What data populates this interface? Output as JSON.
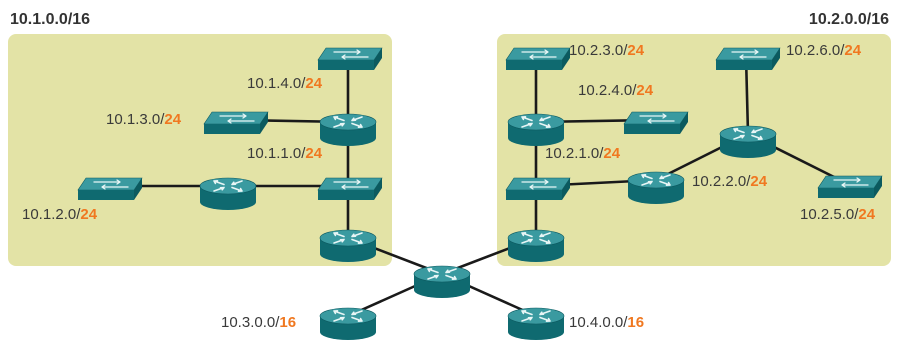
{
  "colors": {
    "background": "#ffffff",
    "area_fill": "#e3e3a6",
    "link": "#1a1a1a",
    "device_top": "#3a9aa0",
    "device_side": "#0f6a70",
    "device_symbol": "#e8f6f6",
    "prefix_accent": "#f07820",
    "label_text": "#3a3a3a",
    "title_text": "#333333"
  },
  "areas": [
    {
      "id": "area-left",
      "title": "10.1.0.0/16"
    },
    {
      "id": "area-right",
      "title": "10.2.0.0/16"
    }
  ],
  "network_labels": [
    {
      "id": "net-10-1-4-0",
      "base": "10.1.4.0/",
      "prefix": "24"
    },
    {
      "id": "net-10-1-3-0",
      "base": "10.1.3.0/",
      "prefix": "24"
    },
    {
      "id": "net-10-1-1-0",
      "base": "10.1.1.0/",
      "prefix": "24"
    },
    {
      "id": "net-10-1-2-0",
      "base": "10.1.2.0/",
      "prefix": "24"
    },
    {
      "id": "net-10-2-3-0",
      "base": "10.2.3.0/",
      "prefix": "24"
    },
    {
      "id": "net-10-2-4-0",
      "base": "10.2.4.0/",
      "prefix": "24"
    },
    {
      "id": "net-10-2-1-0",
      "base": "10.2.1.0/",
      "prefix": "24"
    },
    {
      "id": "net-10-2-2-0",
      "base": "10.2.2.0/",
      "prefix": "24"
    },
    {
      "id": "net-10-2-6-0",
      "base": "10.2.6.0/",
      "prefix": "24"
    },
    {
      "id": "net-10-2-5-0",
      "base": "10.2.5.0/",
      "prefix": "24"
    },
    {
      "id": "net-10-3-0-0",
      "base": "10.3.0.0/",
      "prefix": "16"
    },
    {
      "id": "net-10-4-0-0",
      "base": "10.4.0.0/",
      "prefix": "16"
    }
  ],
  "devices": [
    {
      "id": "switch-s14",
      "type": "switch"
    },
    {
      "id": "switch-s13",
      "type": "switch"
    },
    {
      "id": "router-r1b",
      "type": "router"
    },
    {
      "id": "switch-s12",
      "type": "switch"
    },
    {
      "id": "router-r1c",
      "type": "router"
    },
    {
      "id": "switch-s11",
      "type": "switch"
    },
    {
      "id": "router-r1a",
      "type": "router"
    },
    {
      "id": "router-core",
      "type": "router"
    },
    {
      "id": "router-r3",
      "type": "router"
    },
    {
      "id": "router-r4",
      "type": "router"
    },
    {
      "id": "router-r2a",
      "type": "router"
    },
    {
      "id": "switch-s21",
      "type": "switch"
    },
    {
      "id": "router-r2b",
      "type": "router"
    },
    {
      "id": "switch-s23",
      "type": "switch"
    },
    {
      "id": "switch-s24",
      "type": "switch"
    },
    {
      "id": "router-r2c",
      "type": "router"
    },
    {
      "id": "router-r2d",
      "type": "router"
    },
    {
      "id": "switch-s26",
      "type": "switch"
    },
    {
      "id": "switch-s25",
      "type": "switch"
    }
  ],
  "links": [
    [
      "router-core",
      "router-r1a"
    ],
    [
      "router-core",
      "router-r2a"
    ],
    [
      "router-core",
      "router-r3"
    ],
    [
      "router-core",
      "router-r4"
    ],
    [
      "router-r1a",
      "switch-s11"
    ],
    [
      "switch-s11",
      "router-r1b"
    ],
    [
      "switch-s11",
      "router-r1c"
    ],
    [
      "router-r1c",
      "switch-s12"
    ],
    [
      "router-r1b",
      "switch-s14"
    ],
    [
      "router-r1b",
      "switch-s13"
    ],
    [
      "router-r2a",
      "switch-s21"
    ],
    [
      "switch-s21",
      "router-r2b"
    ],
    [
      "switch-s21",
      "router-r2c"
    ],
    [
      "router-r2b",
      "switch-s23"
    ],
    [
      "router-r2b",
      "switch-s24"
    ],
    [
      "router-r2c",
      "router-r2d"
    ],
    [
      "router-r2d",
      "switch-s26"
    ],
    [
      "router-r2d",
      "switch-s25"
    ]
  ]
}
